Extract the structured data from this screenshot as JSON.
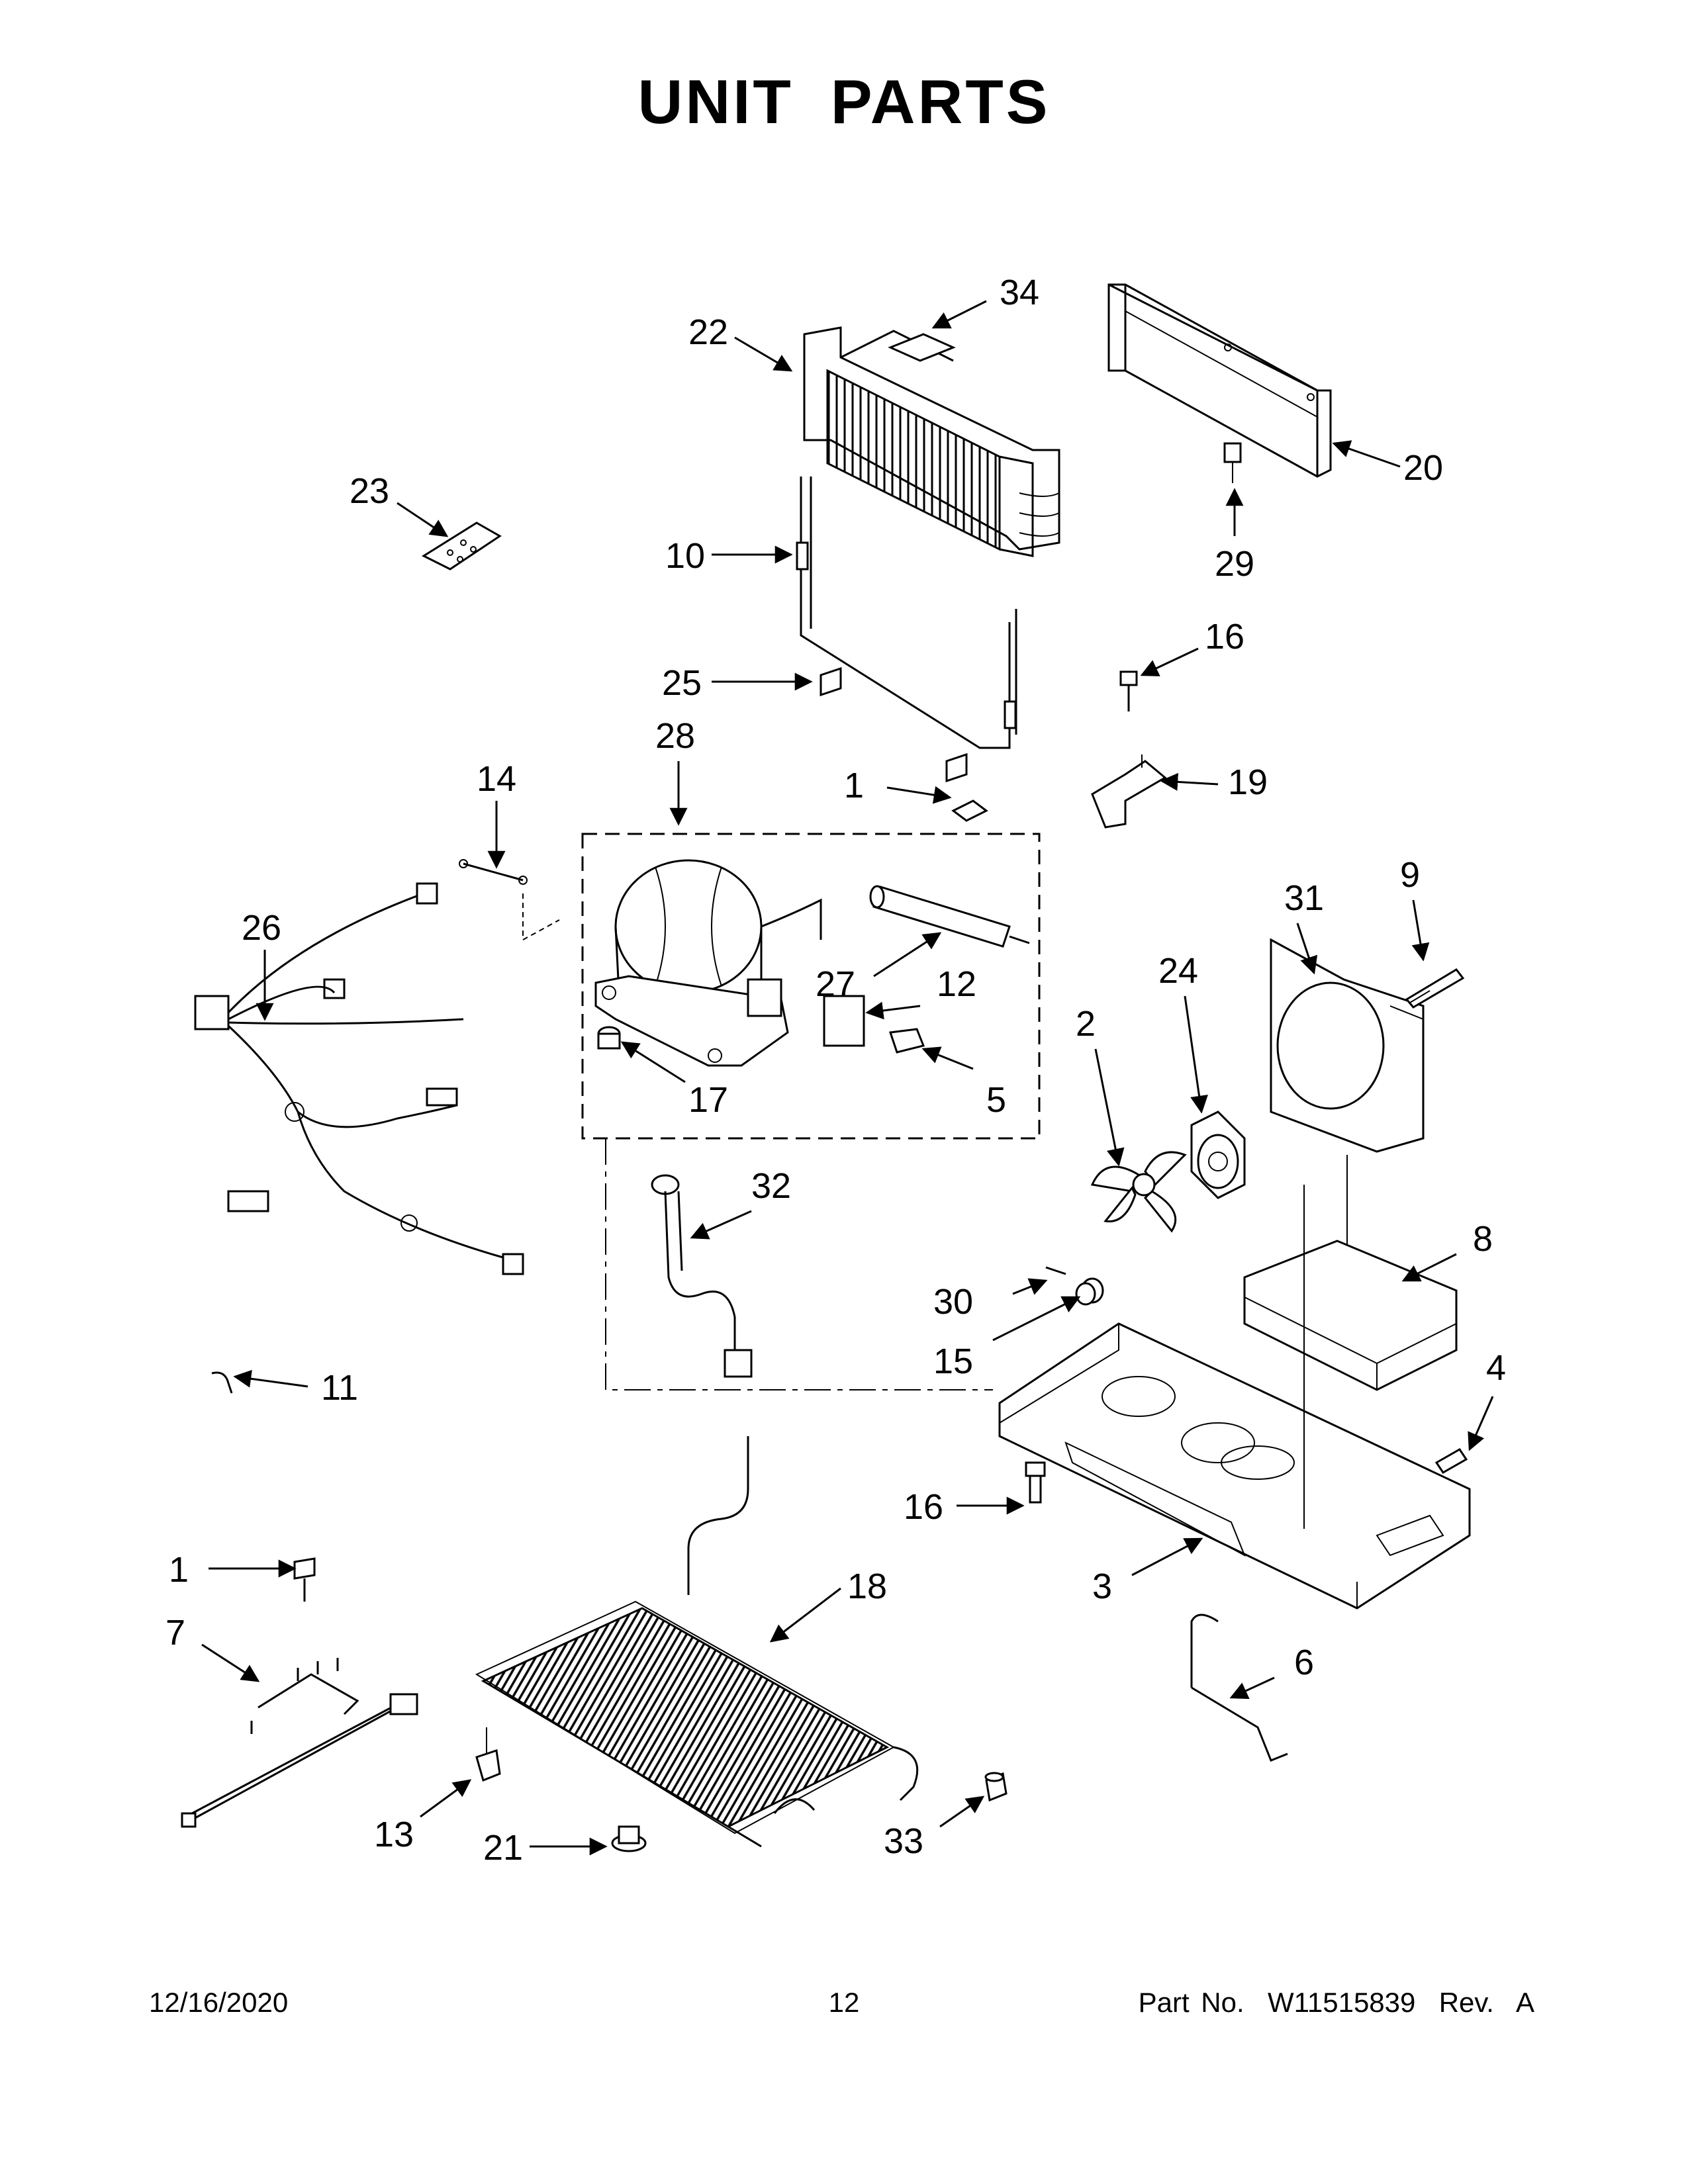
{
  "title": "UNIT PARTS",
  "callouts": [
    {
      "id": "34",
      "label": "34"
    },
    {
      "id": "22",
      "label": "22"
    },
    {
      "id": "20",
      "label": "20"
    },
    {
      "id": "29",
      "label": "29"
    },
    {
      "id": "23",
      "label": "23"
    },
    {
      "id": "10",
      "label": "10"
    },
    {
      "id": "25",
      "label": "25"
    },
    {
      "id": "16a",
      "label": "16"
    },
    {
      "id": "28",
      "label": "28"
    },
    {
      "id": "14",
      "label": "14"
    },
    {
      "id": "1a",
      "label": "1"
    },
    {
      "id": "19",
      "label": "19"
    },
    {
      "id": "26",
      "label": "26"
    },
    {
      "id": "27",
      "label": "27"
    },
    {
      "id": "12",
      "label": "12"
    },
    {
      "id": "31",
      "label": "31"
    },
    {
      "id": "9",
      "label": "9"
    },
    {
      "id": "24",
      "label": "24"
    },
    {
      "id": "2",
      "label": "2"
    },
    {
      "id": "17",
      "label": "17"
    },
    {
      "id": "5",
      "label": "5"
    },
    {
      "id": "32",
      "label": "32"
    },
    {
      "id": "8",
      "label": "8"
    },
    {
      "id": "30",
      "label": "30"
    },
    {
      "id": "15",
      "label": "15"
    },
    {
      "id": "11",
      "label": "11"
    },
    {
      "id": "4",
      "label": "4"
    },
    {
      "id": "16b",
      "label": "16"
    },
    {
      "id": "1b",
      "label": "1"
    },
    {
      "id": "18",
      "label": "18"
    },
    {
      "id": "3",
      "label": "3"
    },
    {
      "id": "7",
      "label": "7"
    },
    {
      "id": "6",
      "label": "6"
    },
    {
      "id": "13",
      "label": "13"
    },
    {
      "id": "21",
      "label": "21"
    },
    {
      "id": "33",
      "label": "33"
    }
  ],
  "footer": {
    "date": "12/16/2020",
    "page": "12",
    "part_number": "Part No.  W11515839  Rev.  A"
  }
}
